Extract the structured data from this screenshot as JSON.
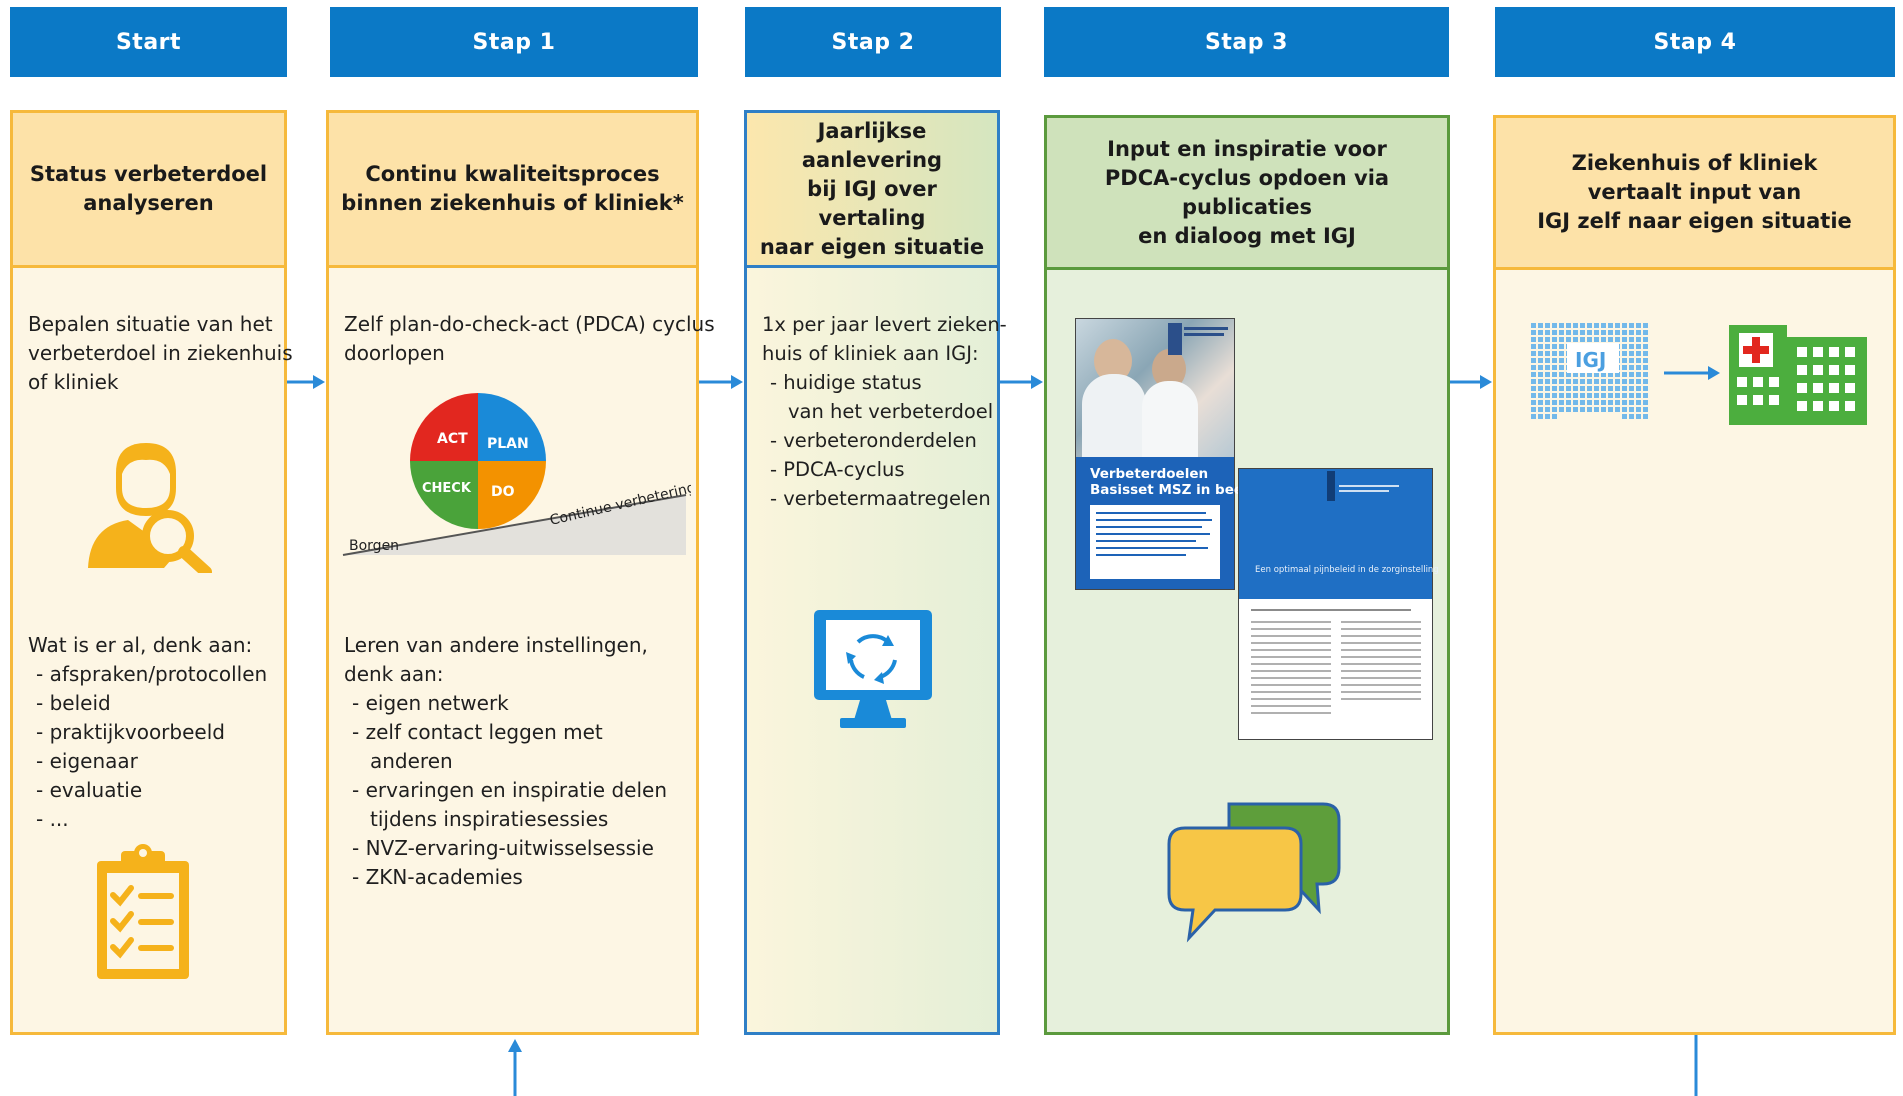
{
  "headers": [
    "Start",
    "Stap 1",
    "Stap 2",
    "Stap 3",
    "Stap 4"
  ],
  "columns": [
    {
      "title": [
        "Status verbeterdoel",
        "analyseren"
      ],
      "intro": [
        "Bepalen situatie van het",
        "verbeterdoel in ziekenhuis",
        "of kliniek"
      ],
      "list_intro": "Wat is er al, denk aan:",
      "items": [
        "afspraken/protocollen",
        "beleid",
        "praktijkvoorbeeld",
        "eigenaar",
        "evaluatie",
        "..."
      ]
    },
    {
      "title": [
        "Continu kwaliteitsproces",
        "binnen ziekenhuis of kliniek*"
      ],
      "intro": [
        "Zelf plan-do-check-act (PDCA) cyclus",
        "doorlopen"
      ],
      "pdca": {
        "act": "ACT",
        "plan": "PLAN",
        "check": "CHECK",
        "do": "DO",
        "ramp_top": "Continue verbetering",
        "ramp_bottom": "Borgen"
      },
      "list_intro": [
        "Leren van andere instellingen,",
        "denk aan:"
      ],
      "items": [
        "eigen netwerk",
        "zelf contact leggen met",
        "anderen",
        "ervaringen en inspiratie delen",
        "tijdens inspiratiesessies",
        "NVZ-ervaring-uitwisselsessie",
        "ZKN-academies"
      ]
    },
    {
      "title": [
        "Jaarlijkse aanlevering",
        "bij IGJ over vertaling",
        "naar eigen situatie"
      ],
      "intro": [
        "1x per jaar levert zieken-",
        "huis of kliniek aan IGJ:"
      ],
      "items": [
        "huidige status",
        "van het verbeterdoel",
        "verbeteronderdelen",
        "PDCA-cyclus",
        "verbetermaatregelen"
      ]
    },
    {
      "title": [
        "Input en inspiratie voor",
        "PDCA-cyclus opdoen via publicaties",
        "en dialoog met IGJ"
      ],
      "pub1_title": [
        "Verbeterdoelen",
        "Basisset MSZ in beeld"
      ],
      "pub2_title": "Een optimaal pijnbeleid in de zorginstelling"
    },
    {
      "title": [
        "Ziekenhuis of kliniek",
        "vertaalt input van",
        "IGJ zelf naar eigen situatie"
      ],
      "igj_label": "IGJ"
    }
  ],
  "colors": {
    "header_blue": "#0b79c6",
    "orange_border": "#f6b93b",
    "orange_title": "#fde2a8",
    "icon_orange": "#f5b21b",
    "green_border": "#5b9a3d",
    "green_title": "#cfe2bb",
    "arrow_blue": "#2a8ad8",
    "icon_blue": "#1a8ad8",
    "hospital_green": "#4cae3e",
    "pdca_act": "#e2271f",
    "pdca_plan": "#1a8ad8",
    "pdca_check": "#4aa33a",
    "pdca_do": "#f39200"
  },
  "icons": [
    "user-search-icon",
    "clipboard-checklist-icon",
    "pdca-cycle-diagram",
    "monitor-refresh-icon",
    "publication-cover",
    "speech-bubbles-icon",
    "igj-building-icon",
    "hospital-icon"
  ]
}
